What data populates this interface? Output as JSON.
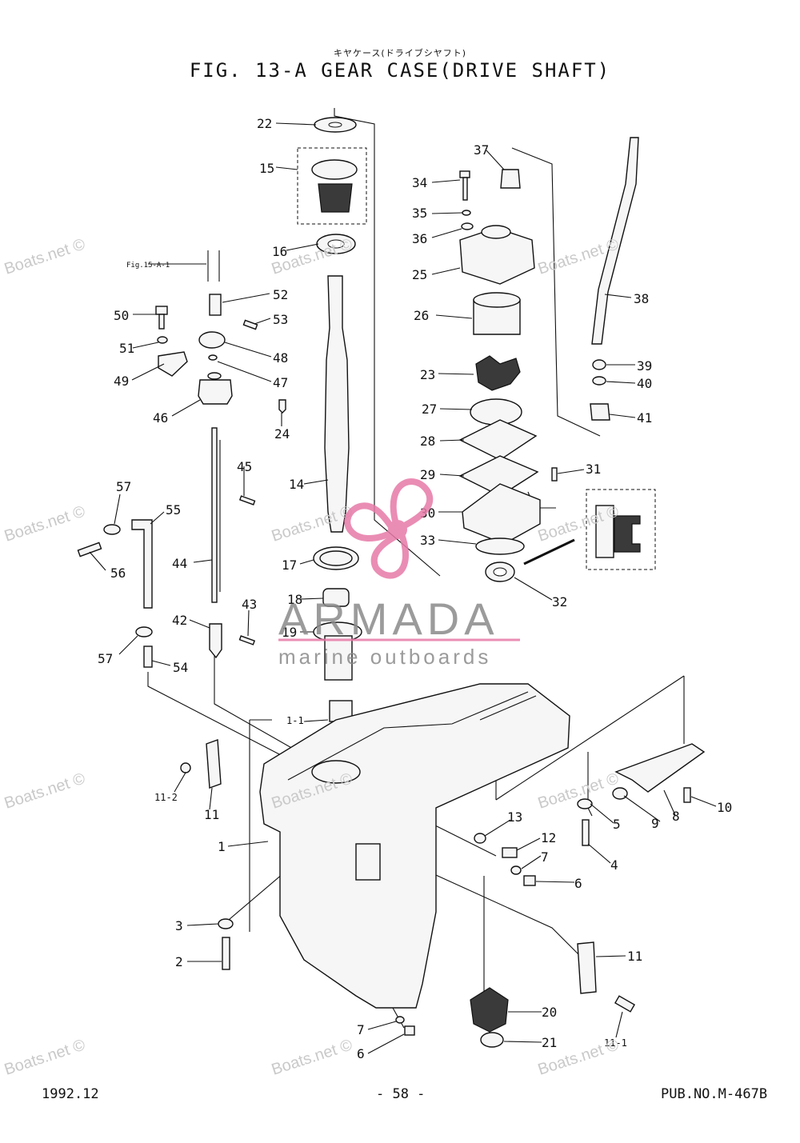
{
  "header": {
    "title_jp": "キヤケース(ドライブシヤフト)",
    "title": "FIG. 13-A GEAR CASE(DRIVE SHAFT)"
  },
  "footer": {
    "date": "1992.12",
    "page": "- 58 -",
    "pub_no": "PUB.NO.M-467B"
  },
  "watermark": {
    "site": "Boats.net ©",
    "brand_name": "ARMADA",
    "brand_tagline": "marine outboards",
    "brand_color": "#e77aa8"
  },
  "reference": "Fig.15-A-1",
  "callouts": {
    "c22": "22",
    "c15": "15",
    "c16": "16",
    "c52": "52",
    "c53": "53",
    "c50": "50",
    "c51": "51",
    "c48": "48",
    "c49": "49",
    "c47": "47",
    "c46": "46",
    "c24": "24",
    "c14": "14",
    "c45": "45",
    "c57a": "57",
    "c55": "55",
    "c56": "56",
    "c44": "44",
    "c17": "17",
    "c18": "18",
    "c19": "19",
    "c43": "43",
    "c42": "42",
    "c57b": "57",
    "c54": "54",
    "c1_1": "1-1",
    "c37": "37",
    "c34": "34",
    "c35": "35",
    "c36": "36",
    "c25": "25",
    "c26": "26",
    "c23": "23",
    "c27": "27",
    "c28": "28",
    "c29": "29",
    "c30": "30",
    "c33": "33",
    "c31": "31",
    "c32": "32",
    "c38": "38",
    "c39": "39",
    "c40": "40",
    "c41": "41",
    "c11_2": "11-2",
    "c11a": "11",
    "c1": "1",
    "c13": "13",
    "c12": "12",
    "c7a": "7",
    "c6a": "6",
    "c5": "5",
    "c4": "4",
    "c9": "9",
    "c8": "8",
    "c10": "10",
    "c3": "3",
    "c2": "2",
    "c11b": "11",
    "c20": "20",
    "c21": "21",
    "c11_1": "11-1",
    "c7b": "7",
    "c6b": "6"
  }
}
